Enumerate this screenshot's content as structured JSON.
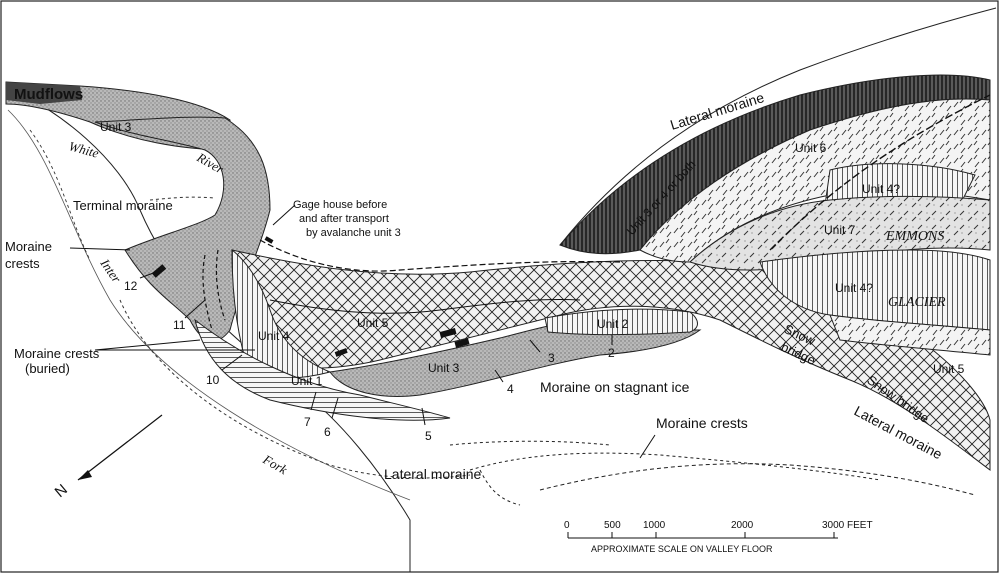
{
  "labels": {
    "mudflows": "Mudflows",
    "unit3_top": "Unit 3",
    "white": "White",
    "river": "River",
    "terminal_moraine": "Terminal moraine",
    "gage_house_1": "Gage house before",
    "gage_house_2": "and after transport",
    "gage_house_3": "by avalanche unit 3",
    "moraine_crests_1": "Moraine",
    "moraine_crests_2": "crests",
    "inter": "Inter",
    "moraine_buried_1": "Moraine crests",
    "moraine_buried_2": "(buried)",
    "unit4": "Unit 4",
    "unit5_mid": "Unit 5",
    "unit1": "Unit 1",
    "unit3_low": "Unit 3",
    "unit2": "Unit 2",
    "moraine_stagnant": "Moraine on stagnant ice",
    "moraine_crests_low": "Moraine crests",
    "lateral_moraine_low": "Lateral moraine",
    "fork": "Fork",
    "lateral_moraine_top": "Lateral moraine",
    "unit3or4": "Unit 3 or 4 or both",
    "unit6": "Unit 6",
    "unit4q_top": "Unit 4?",
    "unit7": "Unit 7",
    "emmons": "EMMONS",
    "unit4q_mid": "Unit 4?",
    "glacier": "GLACIER",
    "snow_bridge_1a": "Snow",
    "snow_bridge_1b": "bridge",
    "unit5_right": "Unit 5",
    "snow_bridge_2": "Snow bridge",
    "lateral_moraine_right": "Lateral moraine",
    "north": "N"
  },
  "section_numbers": [
    "2",
    "3",
    "4",
    "5",
    "6",
    "7",
    "10",
    "11",
    "12"
  ],
  "scale": {
    "ticks": [
      "0",
      "500",
      "1000",
      "2000",
      "3000 FEET"
    ],
    "caption": "APPROXIMATE SCALE ON VALLEY FLOOR"
  }
}
